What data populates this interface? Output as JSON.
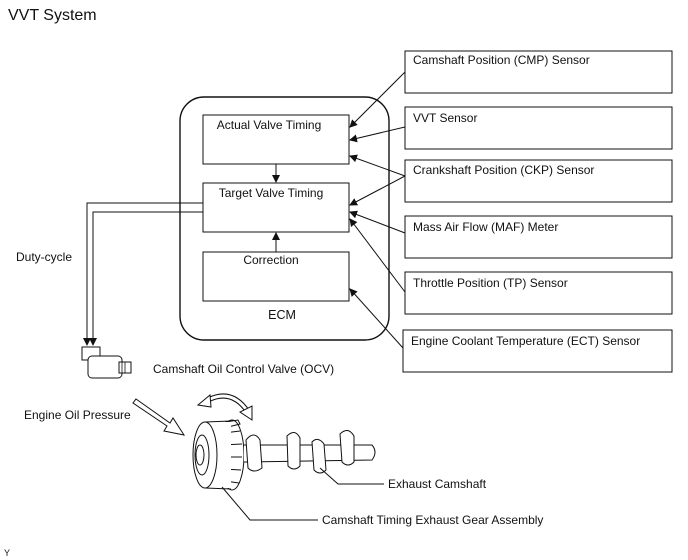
{
  "title": "VVT System",
  "ecm": {
    "label": "ECM",
    "blocks": [
      {
        "id": "actual",
        "label": "Actual Valve Timing"
      },
      {
        "id": "target",
        "label": "Target Valve Timing"
      },
      {
        "id": "correction",
        "label": "Correction"
      }
    ]
  },
  "sensors": [
    {
      "id": "cmp",
      "label": "Camshaft Position (CMP) Sensor"
    },
    {
      "id": "vvt",
      "label": "VVT Sensor"
    },
    {
      "id": "ckp",
      "label": "Crankshaft Position (CKP) Sensor"
    },
    {
      "id": "maf",
      "label": "Mass Air Flow (MAF) Meter"
    },
    {
      "id": "tp",
      "label": "Throttle Position (TP) Sensor"
    },
    {
      "id": "ect",
      "label": "Engine Coolant Temperature (ECT) Sensor"
    }
  ],
  "labels": {
    "duty_cycle": "Duty-cycle",
    "ocv": "Camshaft Oil Control Valve (OCV)",
    "engine_oil_pressure": "Engine Oil Pressure",
    "exhaust_camshaft": "Exhaust Camshaft",
    "gear_assembly": "Camshaft Timing Exhaust Gear Assembly",
    "corner_mark": "Y"
  }
}
